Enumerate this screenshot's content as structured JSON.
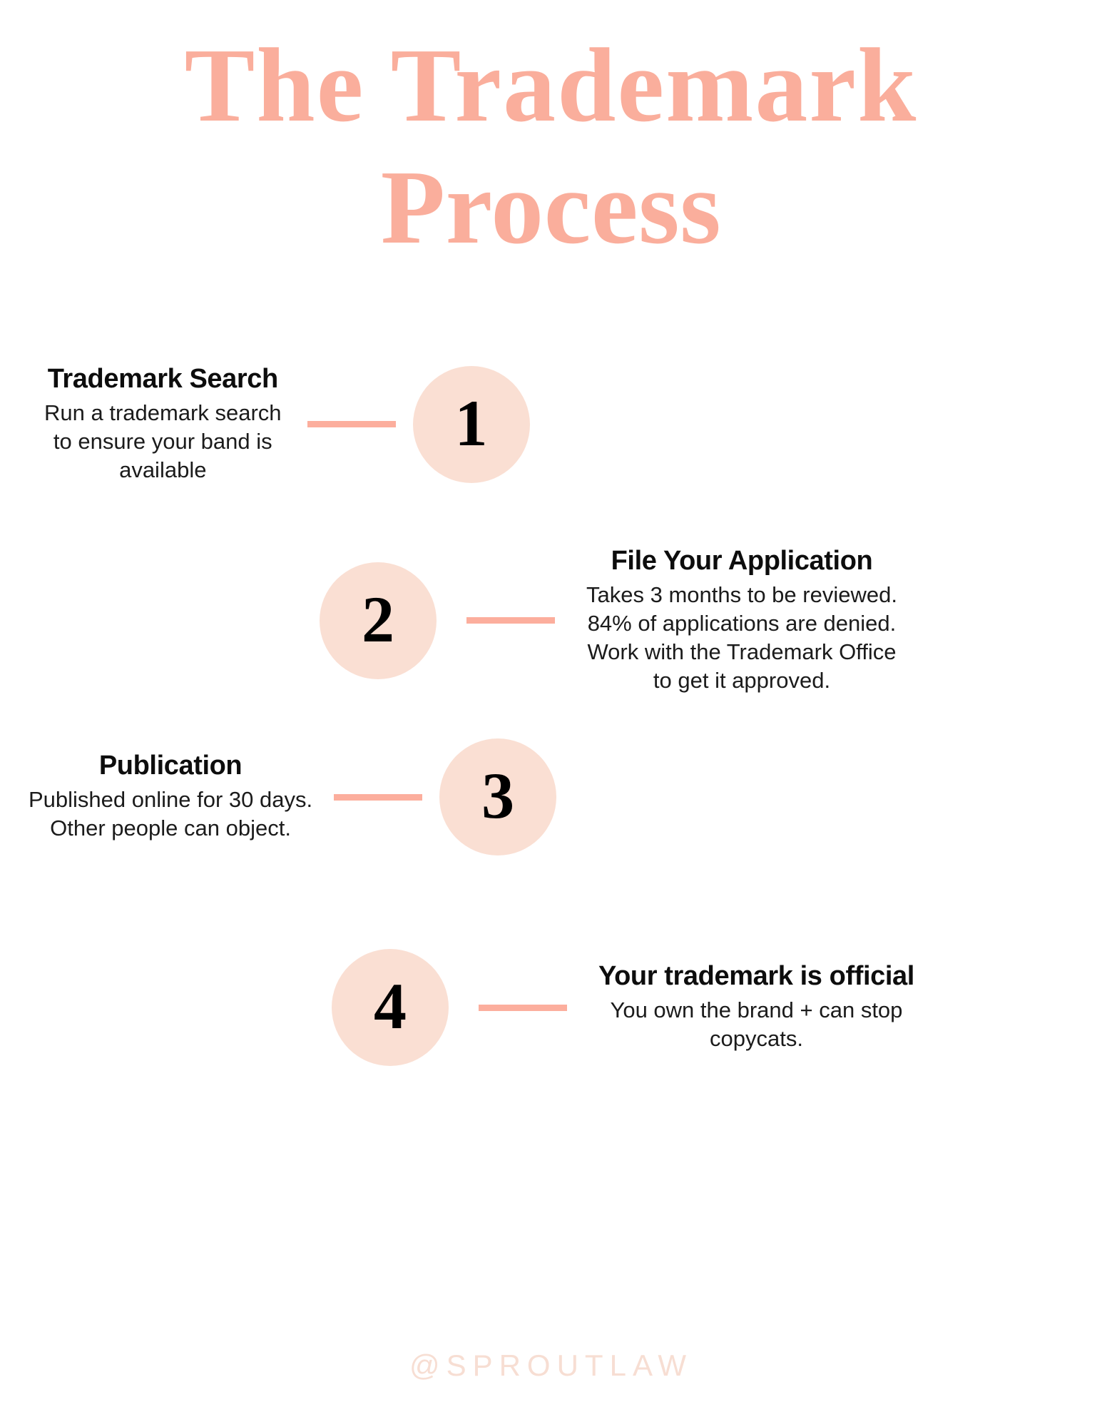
{
  "title": {
    "line1": "The Trademark",
    "line2": "Process"
  },
  "colors": {
    "title_pink": "#FAAE9C",
    "circle_fill": "#FADFD3",
    "connector": "#FCAE9D",
    "heading_text": "#0D0D0D",
    "body_text": "#1B1B1B",
    "footer_text": "#F7DED3",
    "background": "#FFFFFF"
  },
  "steps": [
    {
      "number": "1",
      "side": "left",
      "heading": "Trademark Search",
      "body_lines": [
        "Run a trademark search",
        "to ensure your band is",
        "available"
      ]
    },
    {
      "number": "2",
      "side": "right",
      "heading": "File Your Application",
      "body_lines": [
        "Takes 3 months to be reviewed.",
        "84% of applications are denied.",
        "Work with the Trademark Office",
        "to get it approved."
      ]
    },
    {
      "number": "3",
      "side": "left",
      "heading": "Publication",
      "body_lines": [
        "Published online for 30 days.",
        "Other people can object."
      ]
    },
    {
      "number": "4",
      "side": "right",
      "heading": "Your trademark is official",
      "body_lines": [
        "You own the brand + can stop",
        "copycats."
      ]
    }
  ],
  "footer": {
    "handle": "@SPROUTLAW"
  }
}
